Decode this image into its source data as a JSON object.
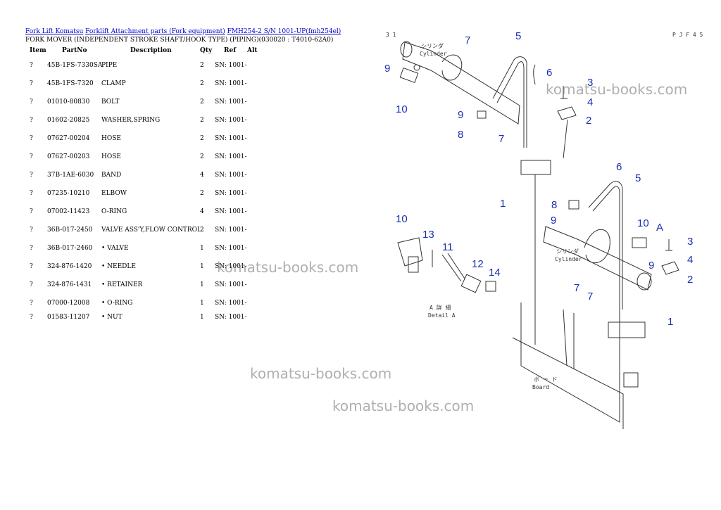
{
  "breadcrumbs": [
    {
      "label": "Fork Lift Komatsu"
    },
    {
      "label": "Forklift Attachment parts (Fork equipment)"
    },
    {
      "label": "FMH254-2 S/N 1001-UP(fmh254el)"
    }
  ],
  "subtitle": "FORK MOVER (INDEPENDENT STROKE SHAFT/HOOK TYPE) (PIPING)(030020 : T4010-62A0)",
  "columns": {
    "item": "Item",
    "partno": "PartNo",
    "description": "Description",
    "qty": "Qty",
    "ref": "Ref",
    "alt": "Alt"
  },
  "rows": [
    {
      "item": "?",
      "partno": "45B-1FS-7330SA",
      "description": "PIPE",
      "qty": "2",
      "ref": "SN: 1001-"
    },
    {
      "item": "?",
      "partno": "45B-1FS-7320",
      "description": "CLAMP",
      "qty": "2",
      "ref": "SN: 1001-"
    },
    {
      "item": "?",
      "partno": "01010-80830",
      "description": "BOLT",
      "qty": "2",
      "ref": "SN: 1001-"
    },
    {
      "item": "?",
      "partno": "01602-20825",
      "description": "WASHER,SPRING",
      "qty": "2",
      "ref": "SN: 1001-"
    },
    {
      "item": "?",
      "partno": "07627-00204",
      "description": "HOSE",
      "qty": "2",
      "ref": "SN: 1001-"
    },
    {
      "item": "?",
      "partno": "07627-00203",
      "description": "HOSE",
      "qty": "2",
      "ref": "SN: 1001-"
    },
    {
      "item": "?",
      "partno": "37B-1AE-6030",
      "description": "BAND",
      "qty": "4",
      "ref": "SN: 1001-"
    },
    {
      "item": "?",
      "partno": "07235-10210",
      "description": "ELBOW",
      "qty": "2",
      "ref": "SN: 1001-"
    },
    {
      "item": "?",
      "partno": "07002-11423",
      "description": "O-RING",
      "qty": "4",
      "ref": "SN: 1001-"
    },
    {
      "item": "?",
      "partno": "36B-017-2450",
      "description": "VALVE ASS'Y,FLOW CONTROL",
      "qty": "2",
      "ref": "SN: 1001-"
    },
    {
      "item": "?",
      "partno": "36B-017-2460",
      "description": "• VALVE",
      "qty": "1",
      "ref": "SN: 1001-"
    },
    {
      "item": "?",
      "partno": "324-876-1420",
      "description": "• NEEDLE",
      "qty": "1",
      "ref": "SN: 1001-"
    },
    {
      "item": "?",
      "partno": "324-876-1431",
      "description": "• RETAINER",
      "qty": "1",
      "ref": "SN: 1001-"
    },
    {
      "item": "?",
      "partno": "07000-12008",
      "description": "• O-RING",
      "qty": "1",
      "ref": "SN: 1001-"
    },
    {
      "item": "?",
      "partno": "01583-11207",
      "description": "• NUT",
      "qty": "1",
      "ref": "SN: 1001-"
    }
  ],
  "diagram": {
    "page_left": "3 1",
    "page_right": "P J F 4 5",
    "callouts": [
      "7",
      "5",
      "6",
      "9",
      "10",
      "9",
      "8",
      "7",
      "3",
      "4",
      "2",
      "1",
      "6",
      "5",
      "8",
      "9",
      "10",
      "A",
      "3",
      "4",
      "9",
      "2",
      "7",
      "7",
      "1",
      "10",
      "13",
      "11",
      "12",
      "14"
    ],
    "cylinder_jp": "シリンダ",
    "cylinder_en": "Cylinder",
    "detail_jp": "A 詳 細",
    "detail_en": "Detail A",
    "board_jp": "ボ ー ド",
    "board_en": "Board"
  },
  "watermark": "komatsu-books.com",
  "colors": {
    "link": "#0000cc",
    "callout": "#1a2fb0",
    "line": "#333333",
    "watermark": "#6e6e6e"
  }
}
